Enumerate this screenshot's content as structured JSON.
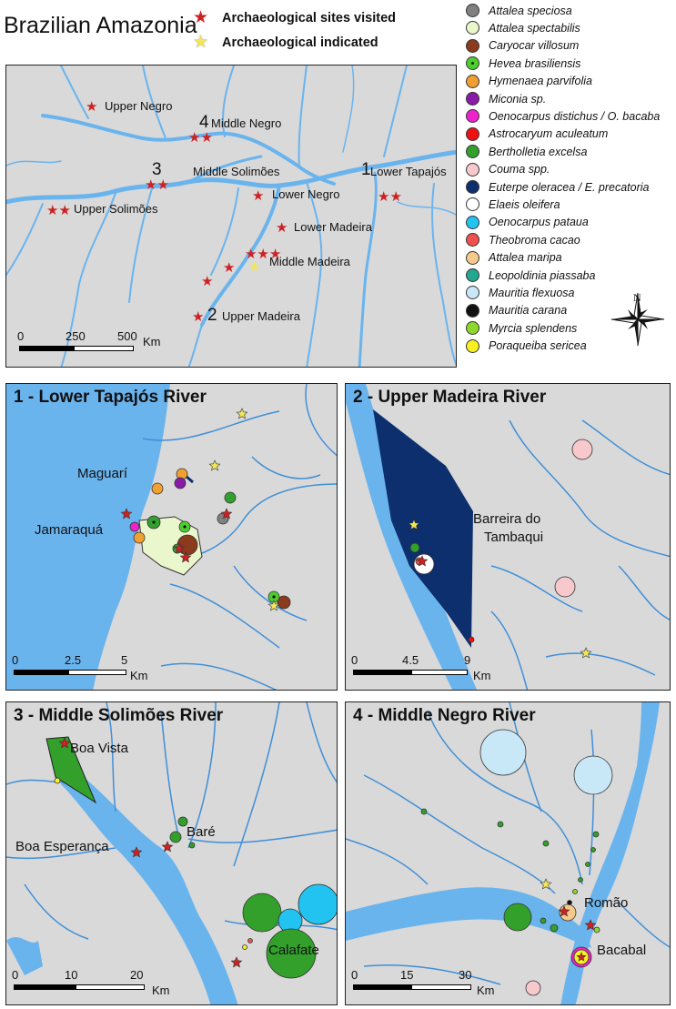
{
  "title": "Brazilian Amazonia",
  "key": {
    "visited": "Archaeological sites visited",
    "indicated": "Archaeological indicated",
    "visited_color": "#cc2222",
    "indicated_color": "#f2e65a"
  },
  "legend": [
    {
      "name": "Attalea speciosa",
      "color": "#808080"
    },
    {
      "name": "Attalea spectabilis",
      "color": "#eaf6cc"
    },
    {
      "name": "Caryocar villosum",
      "color": "#8b3a1e"
    },
    {
      "name": "Hevea brasiliensis",
      "color": "#4ccf2e",
      "center": true
    },
    {
      "name": "Hymenaea parvifolia",
      "color": "#f0a030"
    },
    {
      "name": "Miconia sp.",
      "color": "#8a1aa8"
    },
    {
      "name": "Oenocarpus distichus / O. bacaba",
      "color": "#ee22cc"
    },
    {
      "name": "Astrocaryum aculeatum",
      "color": "#ee1111"
    },
    {
      "name": "Bertholletia excelsa",
      "color": "#33a02c"
    },
    {
      "name": "Couma spp.",
      "color": "#f7c8cc"
    },
    {
      "name": "Euterpe oleracea / E. precatoria",
      "color": "#0d2f6e"
    },
    {
      "name": "Elaeis oleifera",
      "color": "#ffffff"
    },
    {
      "name": "Oenocarpus pataua",
      "color": "#22c3f0"
    },
    {
      "name": "Theobroma cacao",
      "color": "#f05050"
    },
    {
      "name": "Attalea maripa",
      "color": "#f5c98a"
    },
    {
      "name": "Leopoldinia piassaba",
      "color": "#23a78e"
    },
    {
      "name": "Mauritia flexuosa",
      "color": "#c8e8f8"
    },
    {
      "name": "Mauritia carana",
      "color": "#111111"
    },
    {
      "name": "Myrcia splendens",
      "color": "#8ed82e"
    },
    {
      "name": "Poraqueiba sericea",
      "color": "#f8f020"
    }
  ],
  "colors": {
    "land": "#d9d9d9",
    "water": "#6ab4ee",
    "river": "#3f8fd8"
  },
  "overview": {
    "labels": {
      "upper_negro": "Upper Negro",
      "middle_negro": "Middle Negro",
      "num4": "4",
      "middle_solimoes": "Middle Solimões",
      "num3": "3",
      "upper_solimoes": "Upper Solimões",
      "lower_negro": "Lower Negro",
      "lower_tapajos": "Lower Tapajós",
      "num1": "1",
      "lower_madeira": "Lower Madeira",
      "middle_madeira": "Middle Madeira",
      "upper_madeira": "Upper Madeira",
      "num2": "2"
    },
    "scale": {
      "t0": "0",
      "t1": "250",
      "t2": "500",
      "unit": "Km"
    }
  },
  "north": "N",
  "panels": {
    "p1": {
      "title": "1 - Lower Tapajós River",
      "maguari": "Maguarí",
      "jamaraqua": "Jamaraquá",
      "scale": {
        "t0": "0",
        "t1": "2.5",
        "t2": "5",
        "unit": "Km"
      }
    },
    "p2": {
      "title": "2 - Upper Madeira River",
      "place1": "Barreira do",
      "place2": "Tambaqui",
      "scale": {
        "t0": "0",
        "t1": "4.5",
        "t2": "9",
        "unit": "Km"
      }
    },
    "p3": {
      "title": "3 - Middle Solimões River",
      "boa_vista": "Boa Vista",
      "boa_esperanca": "Boa Esperança",
      "bare": "Baré",
      "calafate": "Calafate",
      "scale": {
        "t0": "0",
        "t1": "10",
        "t2": "20",
        "unit": "Km"
      }
    },
    "p4": {
      "title": "4 - Middle Negro River",
      "romao": "Romão",
      "bacabal": "Bacabal",
      "scale": {
        "t0": "0",
        "t1": "15",
        "t2": "30",
        "unit": "Km"
      }
    }
  }
}
